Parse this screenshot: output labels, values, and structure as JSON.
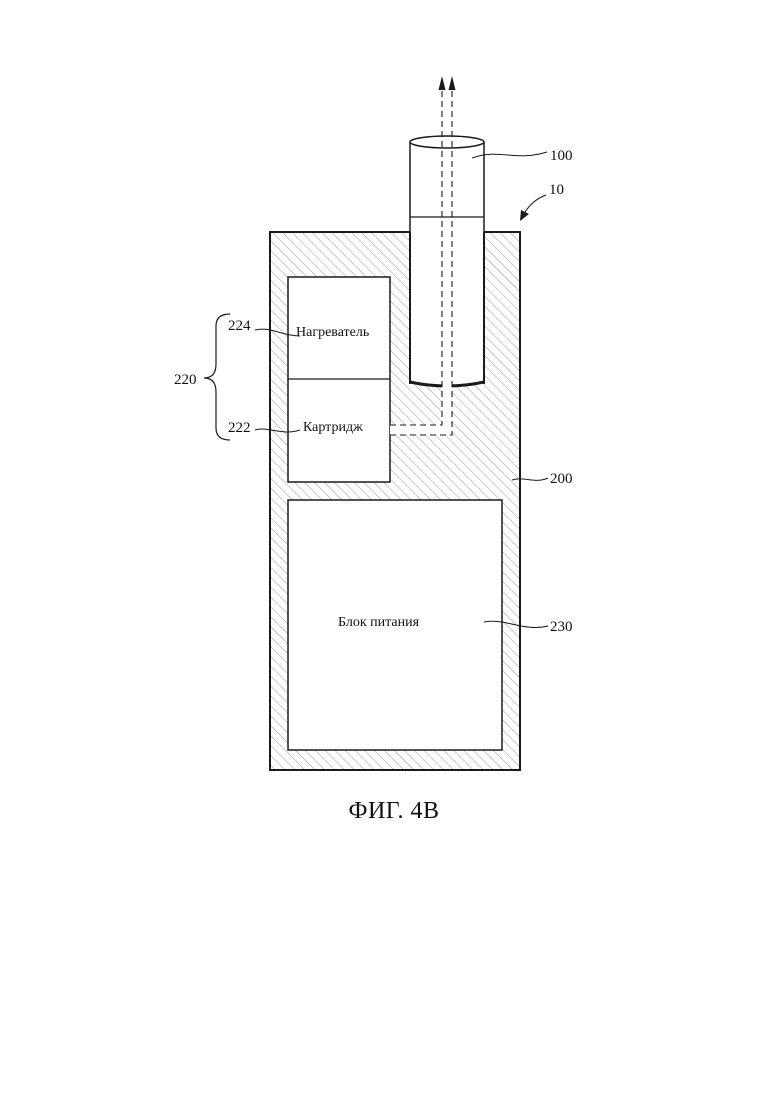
{
  "figure": {
    "caption": "ФИГ. 4В",
    "labels": {
      "heater": "Нагреватель",
      "cartridge": "Картридж",
      "power_unit": "Блок питания"
    },
    "refs": {
      "cigarette": "100",
      "device": "10",
      "housing": "200",
      "vaporizer": "220",
      "heater": "224",
      "cartridge": "222",
      "power_unit": "230"
    }
  }
}
